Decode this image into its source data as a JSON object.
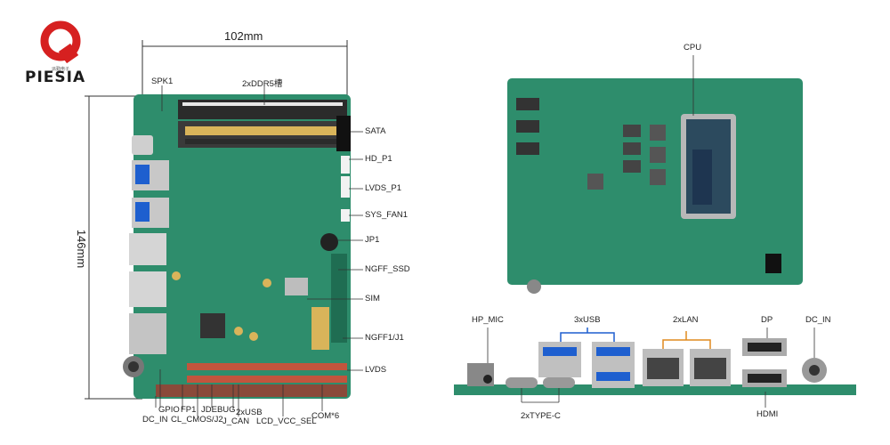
{
  "brand": {
    "name": "PIESIA",
    "sub": "派勤电子"
  },
  "dimensions": {
    "width": "102mm",
    "height": "146mm"
  },
  "colors": {
    "pcb": "#2e8d6c",
    "pcb_dark": "#1f6d52",
    "line": "#333333",
    "usb_blue": "#1e5fcf",
    "gold": "#d9b45a",
    "lan_line": "#e08a1e"
  },
  "board_top": {
    "labels_top": [
      "SPK1",
      "2xDDR5槽"
    ],
    "labels_right": [
      "SATA",
      "HD_P1",
      "LVDS_P1",
      "SYS_FAN1",
      "JP1",
      "NGFF_SSD",
      "SIM",
      "NGFF1/J1",
      "LVDS"
    ],
    "labels_bottom": [
      "DC_IN",
      "GPIO",
      "FP1",
      "CL_CMOS/J2",
      "JDEBUG",
      "2xUSB",
      "J_CAN",
      "LCD_VCC_SEL",
      "COM*6"
    ]
  },
  "board_back": {
    "label": "CPU"
  },
  "io_panel": {
    "labels_top": [
      "HP_MIC",
      "3xUSB",
      "2xLAN",
      "DP",
      "DC_IN"
    ],
    "labels_bottom": [
      "2xTYPE-C",
      "HDMI"
    ]
  }
}
